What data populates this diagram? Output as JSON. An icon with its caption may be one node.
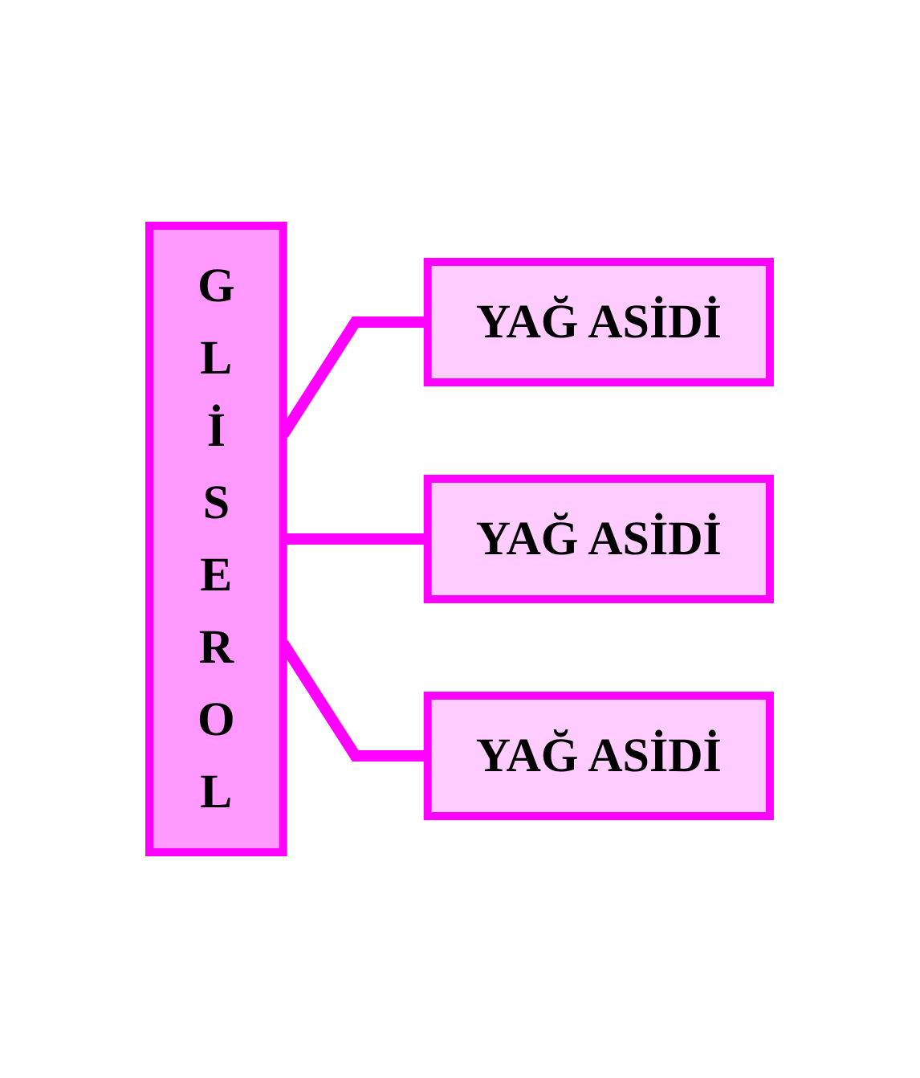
{
  "diagram": {
    "nodes": [
      {
        "text": [
          "GLİSEROL"
        ]
      },
      {
        "text": [
          "YAĞ ASİDİ"
        ]
      },
      {
        "text": [
          "YAĞ ASİDİ"
        ]
      },
      {
        "text": [
          "YAĞ ASİDİ"
        ]
      }
    ],
    "edges": [
      {
        "from": 0,
        "to": 1,
        "arrow": "none"
      },
      {
        "from": 0,
        "to": 2,
        "arrow": "none"
      },
      {
        "from": 0,
        "to": 3,
        "arrow": "none"
      }
    ]
  }
}
